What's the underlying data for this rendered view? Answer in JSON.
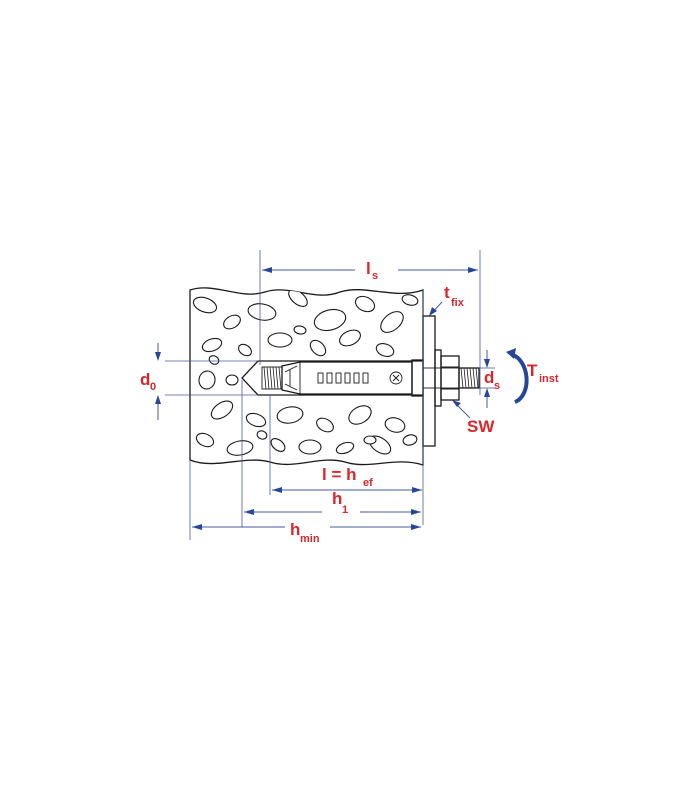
{
  "labels": {
    "ls": {
      "main": "l",
      "sub": "s"
    },
    "tfix": {
      "main": "t",
      "sub": "fix"
    },
    "d0": {
      "main": "d",
      "sub": "0"
    },
    "ds": {
      "main": "d",
      "sub": "s"
    },
    "tinst": {
      "main": "T",
      "sub": "inst"
    },
    "sw": {
      "main": "SW"
    },
    "hef": {
      "main": "l = h",
      "sub": "ef"
    },
    "h1": {
      "main": "h",
      "sub": "1"
    },
    "hmin": {
      "main": "h",
      "sub": "min"
    }
  },
  "colors": {
    "label": "#d9262b",
    "dimension": "#27469a",
    "torque_arrow": "#27469a",
    "outline": "#1a1a1a",
    "concrete": "#ffffff"
  },
  "icons": [
    "torque-arrow-icon",
    "dimension-arrow-icon"
  ]
}
